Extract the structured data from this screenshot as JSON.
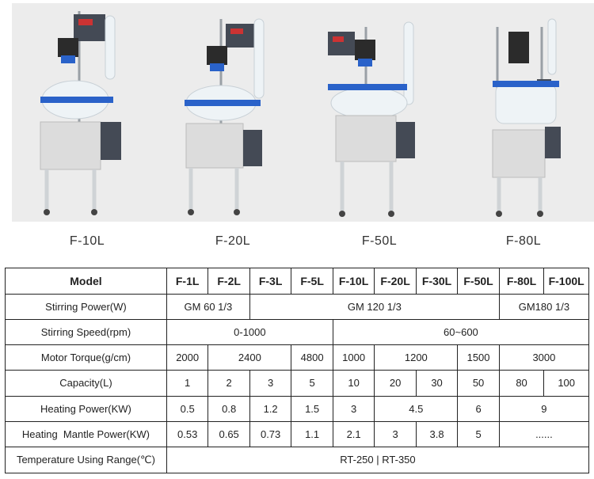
{
  "products": [
    {
      "label": "F-10L",
      "icon": "glass-reactor-photo"
    },
    {
      "label": "F-20L",
      "icon": "glass-reactor-photo"
    },
    {
      "label": "F-50L",
      "icon": "glass-reactor-photo"
    },
    {
      "label": "F-80L",
      "icon": "glass-reactor-photo"
    }
  ],
  "table": {
    "header": {
      "model": "Model",
      "cols": [
        "F-1L",
        "F-2L",
        "F-3L",
        "F-5L",
        "F-10L",
        "F-20L",
        "F-30L",
        "F-50L",
        "F-80L",
        "F-100L"
      ]
    },
    "rows": {
      "stirring_power": {
        "label": "Stirring Power(W)",
        "v1": "GM 60 1/3",
        "v2": "GM 120 1/3",
        "v3": "GM180 1/3"
      },
      "stirring_speed": {
        "label": "Stirring Speed(rpm)",
        "v1": "0-1000",
        "v2": "60~600"
      },
      "motor_torque": {
        "label": "Motor Torque(g/cm)",
        "v1": "2000",
        "v2": "2400",
        "v3": "4800",
        "v4": "1000",
        "v5": "1200",
        "v6": "1500",
        "v7": "3000"
      },
      "capacity": {
        "label": "Capacity(L)",
        "v": [
          "1",
          "2",
          "3",
          "5",
          "10",
          "20",
          "30",
          "50",
          "80",
          "100"
        ]
      },
      "heating_power": {
        "label": "Heating Power(KW)",
        "v1": "0.5",
        "v2": "0.8",
        "v3": "1.2",
        "v4": "1.5",
        "v5": "3",
        "v6": "4.5",
        "v7": "6",
        "v8": "9"
      },
      "mantle_power": {
        "label": "Heating  Mantle Power(KW)",
        "v1": "0.53",
        "v2": "0.65",
        "v3": "0.73",
        "v4": "1.1",
        "v5": "2.1",
        "v6": "3",
        "v7": "3.8",
        "v8": "5",
        "v9": "......"
      },
      "temperature": {
        "label": "Temperature Using Range(℃)",
        "v1": "RT-250 | RT-350"
      }
    }
  },
  "colors": {
    "frame": "#e9eaec",
    "cabinet": "#dcdcdc",
    "blue": "#2a62c9",
    "panel": "#444a55",
    "glass": "#eef3f6"
  }
}
